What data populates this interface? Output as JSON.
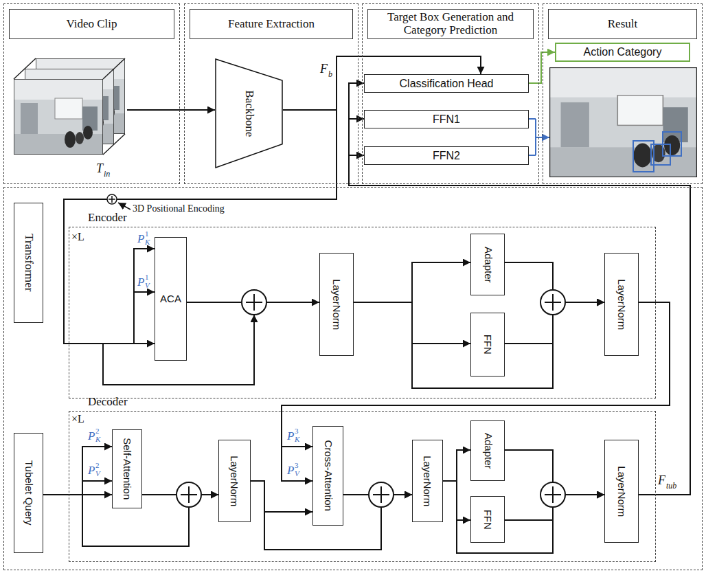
{
  "diagram": {
    "nodes": [
      {
        "text": [
          "Video Clip"
        ]
      },
      {
        "text": [
          "Feature Extraction"
        ]
      },
      {
        "text": [
          "Backbone"
        ],
        "in": 1
      },
      {
        "text": [
          "Target Box Generation and Category Prediction"
        ]
      },
      {
        "text": [
          "Classification Head"
        ],
        "in": 3
      },
      {
        "text": [
          "FFN1"
        ],
        "in": 3
      },
      {
        "text": [
          "FFN2"
        ],
        "in": 3
      },
      {
        "text": [
          "Result"
        ]
      },
      {
        "text": [
          "Action Category"
        ],
        "in": 7
      },
      {
        "text": [
          "Transformer"
        ]
      },
      {
        "text": [
          "Encoder"
        ],
        "in": 9
      },
      {
        "text": [
          "ACA"
        ],
        "in": 10
      },
      {
        "text": [
          "LayerNorm"
        ],
        "in": 10
      },
      {
        "text": [
          "Adapter"
        ],
        "in": 10
      },
      {
        "text": [
          "FFN"
        ],
        "in": 10
      },
      {
        "text": [
          "LayerNorm"
        ],
        "in": 10
      },
      {
        "text": [
          "Decoder"
        ],
        "in": 9
      },
      {
        "text": [
          "Tubelet Query"
        ],
        "in": 9
      },
      {
        "text": [
          "Self-Attention"
        ],
        "in": 16
      },
      {
        "text": [
          "LayerNorm"
        ],
        "in": 16
      },
      {
        "text": [
          "Cross-Attention"
        ],
        "in": 16
      },
      {
        "text": [
          "LayerNorm"
        ],
        "in": 16
      },
      {
        "text": [
          "Adapter"
        ],
        "in": 16
      },
      {
        "text": [
          "FFN"
        ],
        "in": 16
      },
      {
        "text": [
          "LayerNorm"
        ],
        "in": 16
      }
    ],
    "edges": [
      {
        "from": 2,
        "to": 11,
        "arrow": "to"
      },
      {
        "from": 2,
        "to": 4,
        "arrow": "to"
      },
      {
        "from": 4,
        "to": 8,
        "arrow": "to"
      },
      {
        "from": 11,
        "to": 12,
        "arrow": "to"
      },
      {
        "from": 12,
        "to": 13,
        "arrow": "to"
      },
      {
        "from": 12,
        "to": 14,
        "arrow": "to"
      },
      {
        "from": 12,
        "to": 15,
        "arrow": "to"
      },
      {
        "from": 13,
        "to": 15,
        "arrow": "to"
      },
      {
        "from": 14,
        "to": 15,
        "arrow": "to"
      },
      {
        "from": 15,
        "to": 20,
        "arrow": "to"
      },
      {
        "from": 17,
        "to": 18,
        "arrow": "to"
      },
      {
        "from": 17,
        "to": 19,
        "arrow": "to"
      },
      {
        "from": 18,
        "to": 19,
        "arrow": "to"
      },
      {
        "from": 19,
        "to": 20,
        "arrow": "to"
      },
      {
        "from": 19,
        "to": 21,
        "arrow": "to"
      },
      {
        "from": 20,
        "to": 21,
        "arrow": "to"
      },
      {
        "from": 21,
        "to": 22,
        "arrow": "to"
      },
      {
        "from": 21,
        "to": 23,
        "arrow": "to"
      },
      {
        "from": 21,
        "to": 24,
        "arrow": "to"
      },
      {
        "from": 22,
        "to": 24,
        "arrow": "to"
      },
      {
        "from": 23,
        "to": 24,
        "arrow": "to"
      },
      {
        "from": 24,
        "to": 4,
        "arrow": "to"
      },
      {
        "from": 24,
        "to": 5,
        "arrow": "to"
      },
      {
        "from": 24,
        "to": 6,
        "arrow": "to"
      }
    ],
    "labels": [
      "F",
      "b",
      "T",
      "in",
      "3D Positional Encoding",
      "×L",
      "P",
      "K",
      "1",
      "P",
      "V",
      "1",
      "×L",
      "P",
      "K",
      "2",
      "P",
      "V",
      "2",
      "P",
      "K",
      "3",
      "P",
      "V",
      "3",
      "F",
      "tub"
    ]
  }
}
